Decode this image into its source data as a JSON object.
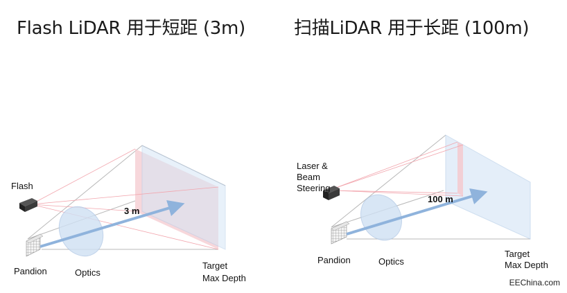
{
  "titles": {
    "left": "Flash LiDAR 用于短距 (3m)",
    "right": "扫描LiDAR 用于长距 (100m)"
  },
  "left_diagram": {
    "source_label": "Flash",
    "distance_label": "3 m",
    "detector_label": "Pandion",
    "optics_label": "Optics",
    "target_label_1": "Target",
    "target_label_2": "Max Depth"
  },
  "right_diagram": {
    "source_label_1": "Laser &",
    "source_label_2": "Beam",
    "source_label_3": "Steering",
    "distance_label": "100 m",
    "detector_label": "Pandion",
    "optics_label": "Optics",
    "target_label_1": "Target",
    "target_label_2": "Max Depth"
  },
  "watermark": "EEChina.com"
}
